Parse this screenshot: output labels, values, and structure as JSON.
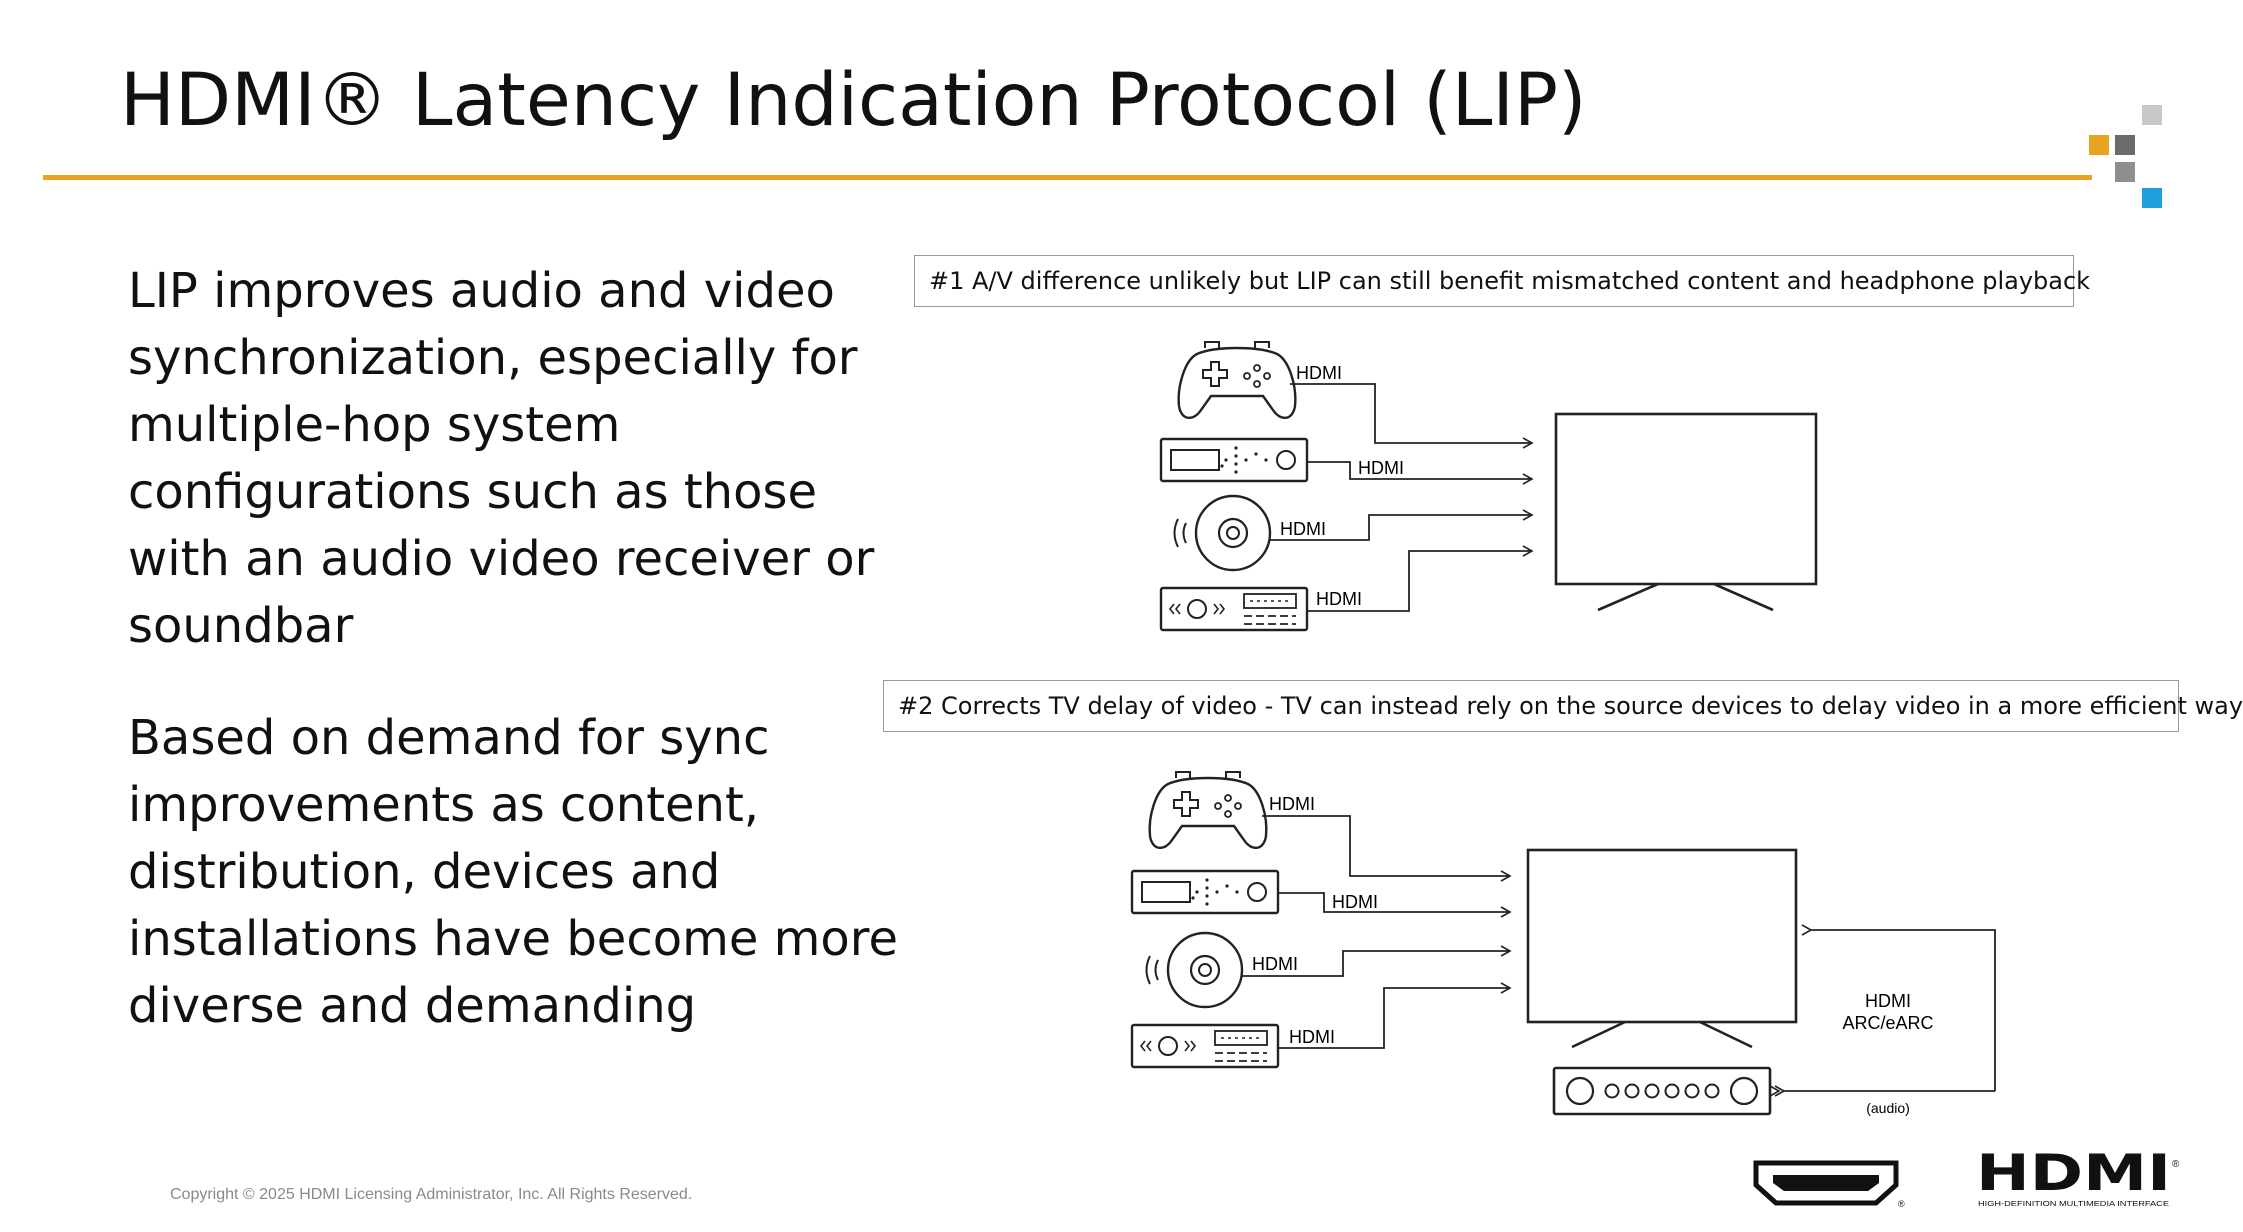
{
  "slide": {
    "title": "HDMI® Latency Indication Protocol (LIP)",
    "paragraph1": "LIP improves audio and video synchronization, especially for multiple-hop system configurations such as those with an audio video receiver or soundbar",
    "paragraph2": "Based on demand for sync improvements as content, distribution, devices and installations have become more diverse and demanding",
    "copyright": "Copyright © 2025 HDMI Licensing Administrator, Inc.  All Rights Reserved."
  },
  "diagram1": {
    "caption": "#1 A/V difference unlikely but LIP can still benefit mismatched content and headphone playback",
    "labels": [
      "HDMI",
      "HDMI",
      "HDMI",
      "HDMI"
    ]
  },
  "diagram2": {
    "caption": "#2 Corrects TV delay of video - TV can instead rely on the source devices to delay video in a more efficient way",
    "labels": [
      "HDMI",
      "HDMI",
      "HDMI",
      "HDMI"
    ],
    "arc_label_1": "HDMI",
    "arc_label_2": "ARC/eARC",
    "audio_label": "(audio)"
  },
  "colors": {
    "accent": "#e8a321",
    "square_gray_light": "#c8c8c8",
    "square_gray_dark": "#6b6b6b",
    "square_gray_mid": "#8e8e8e",
    "square_blue": "#1fa0dc"
  },
  "logos": {
    "hdmi_wordmark": "HDMI",
    "hdmi_tagline": "HIGH-DEFINITION MULTIMEDIA INTERFACE"
  }
}
